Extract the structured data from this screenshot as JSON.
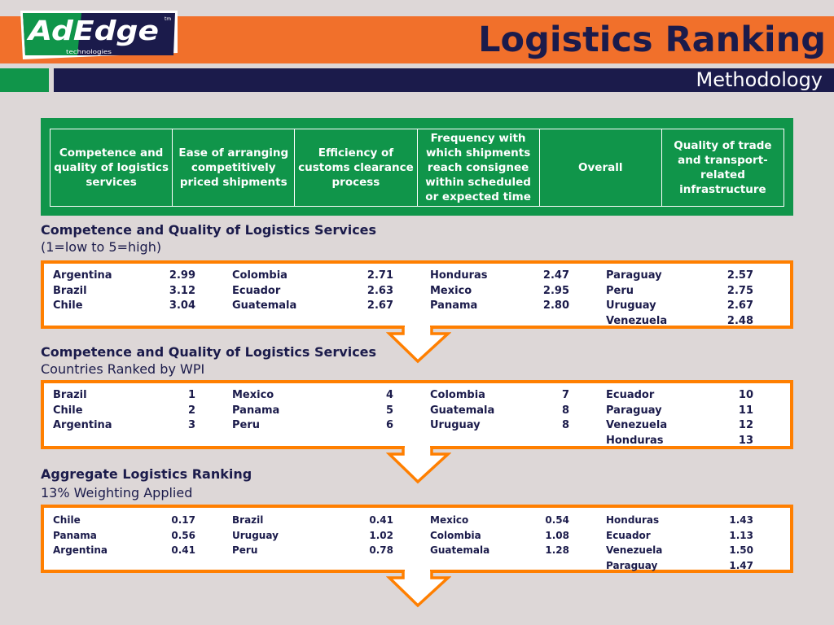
{
  "header": {
    "logo_text": "AdEdge",
    "logo_sub": "technologies",
    "logo_tm": "tm",
    "title": "Logistics Ranking",
    "subtitle": "Methodology"
  },
  "criteria": [
    "Competence and quality of logistics services",
    "Ease of arranging competitively priced shipments",
    "Efficiency of customs clearance process",
    "Frequency with which shipments reach consignee within scheduled or expected time",
    "Overall",
    "Quality of trade and transport-related infrastructure"
  ],
  "sections": [
    {
      "heading": "Competence and Quality of Logistics Services",
      "sub": "(1=low to 5=high)",
      "columns": [
        [
          [
            "Argentina",
            "2.99"
          ],
          [
            "Brazil",
            "3.12"
          ],
          [
            "Chile",
            "3.04"
          ]
        ],
        [
          [
            "Colombia",
            "2.71"
          ],
          [
            "Ecuador",
            "2.63"
          ],
          [
            "Guatemala",
            "2.67"
          ]
        ],
        [
          [
            "Honduras",
            "2.47"
          ],
          [
            "Mexico",
            "2.95"
          ],
          [
            "Panama",
            "2.80"
          ]
        ],
        [
          [
            "Paraguay",
            "2.57"
          ],
          [
            "Peru",
            "2.75"
          ],
          [
            "Uruguay",
            "2.67"
          ],
          [
            "Venezuela",
            "2.48"
          ]
        ]
      ]
    },
    {
      "heading": "Competence and Quality of Logistics Services",
      "sub": "Countries Ranked by WPI",
      "columns": [
        [
          [
            "Brazil",
            "1"
          ],
          [
            "Chile",
            "2"
          ],
          [
            "Argentina",
            "3"
          ]
        ],
        [
          [
            "Mexico",
            "4"
          ],
          [
            "Panama",
            "5"
          ],
          [
            "Peru",
            "6"
          ]
        ],
        [
          [
            "Colombia",
            "7"
          ],
          [
            "Guatemala",
            "8"
          ],
          [
            "Uruguay",
            "8"
          ]
        ],
        [
          [
            "Ecuador",
            "10"
          ],
          [
            "Paraguay",
            "11"
          ],
          [
            "Venezuela",
            "12"
          ],
          [
            "Honduras",
            "13"
          ]
        ]
      ]
    },
    {
      "heading": "Aggregate Logistics Ranking",
      "sub": "13% Weighting Applied",
      "columns": [
        [
          [
            "Chile",
            "0.17"
          ],
          [
            "Panama",
            "0.56"
          ],
          [
            "Argentina",
            "0.41"
          ]
        ],
        [
          [
            "Brazil",
            "0.41"
          ],
          [
            "Uruguay",
            "1.02"
          ],
          [
            "Peru",
            "0.78"
          ]
        ],
        [
          [
            "Mexico",
            "0.54"
          ],
          [
            "Colombia",
            "1.08"
          ],
          [
            "Guatemala",
            "1.28"
          ]
        ],
        [
          [
            "Honduras",
            "1.43"
          ],
          [
            "Ecuador",
            "1.13"
          ],
          [
            "Venezuela",
            "1.50"
          ],
          [
            "Paraguay",
            "1.47"
          ]
        ]
      ]
    }
  ],
  "colors": {
    "orange": "#f1702b",
    "navy": "#1b1b4b",
    "green": "#10954a",
    "box_border": "#ff7f00"
  }
}
